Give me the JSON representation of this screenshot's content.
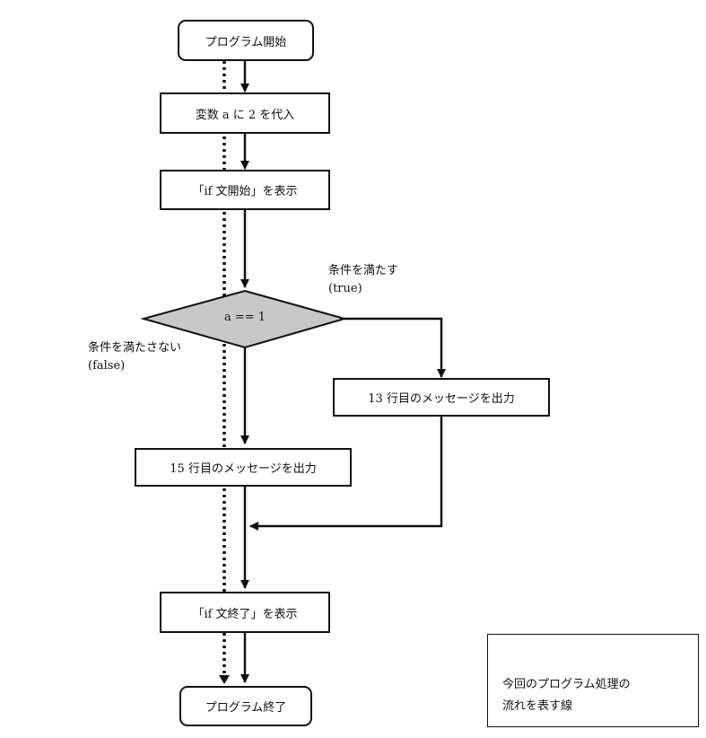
{
  "nodes": {
    "start": "プログラム開始",
    "assign": "変数 a に 2 を代入",
    "print_if_start": "「if 文開始」を表示",
    "condition": "a == 1",
    "msg13": "13 行目のメッセージを出力",
    "msg15": "15 行目のメッセージを出力",
    "print_if_end": "「if 文終了」を表示",
    "end": "プログラム終了"
  },
  "branches": {
    "true_label": "条件を満たす",
    "true_sub": "(true)",
    "false_label": "条件を満たさない",
    "false_sub": "(false)"
  },
  "legend": {
    "line1": "今回のプログラム処理の",
    "line2": "流れを表す線"
  },
  "colors": {
    "diamond_fill": "#c8c8c8",
    "line": "#111111"
  }
}
